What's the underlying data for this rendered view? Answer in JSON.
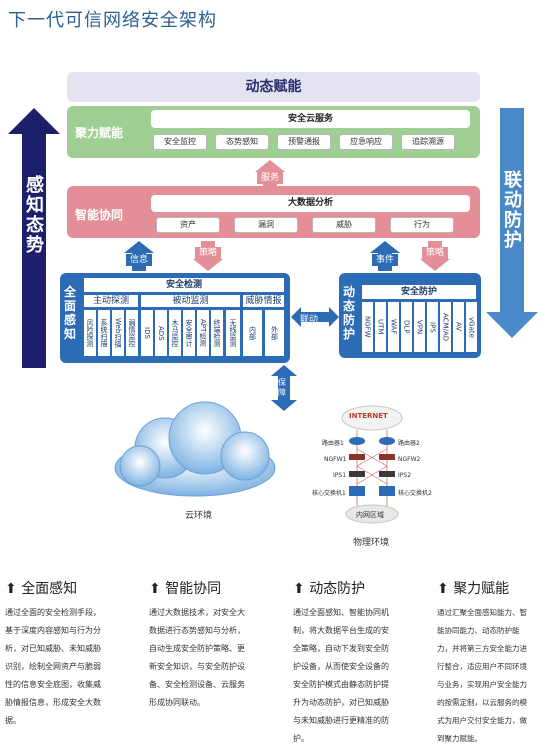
{
  "title": "下一代可信网络安全架构",
  "top_band": "动态赋能",
  "left_arrow": "感知态势",
  "right_arrow": "联动防护",
  "layer1": {
    "label": "聚力赋能",
    "header": "安全云服务",
    "items": [
      "安全监控",
      "态势感知",
      "预警通报",
      "应急响应",
      "追踪溯源"
    ]
  },
  "arrow_service": "服务",
  "layer2": {
    "label": "智能协同",
    "header": "大数据分析",
    "items": [
      "资产",
      "漏洞",
      "威胁",
      "行为"
    ]
  },
  "arrows_mid": {
    "info": "信息",
    "policy_left": "策略",
    "event": "事件",
    "policy_right": "策略"
  },
  "perception": {
    "label": "全面感知",
    "header": "安全检测",
    "sub_active": "主动探测",
    "sub_passive": "被动监测",
    "sub_threat": "威胁情报",
    "cells": [
      "风险探测",
      "系统扫描",
      "Web扫描",
      "弱情监控",
      "IDS",
      "ADS",
      "木马监控",
      "安全审计",
      "APT检测",
      "终端检测",
      "无线监测",
      "内部",
      "外部"
    ]
  },
  "link_label": "联动",
  "defense": {
    "label": "动态防护",
    "header": "安全防护",
    "cells": [
      "NGFW",
      "UTM",
      "WAF",
      "DLP",
      "VPN",
      "IPS",
      "ACM/AD",
      "AV",
      "vGate"
    ]
  },
  "protect_label": "保障",
  "cloud_caption": "云环境",
  "physical": {
    "caption": "物理环境",
    "internet": "INTERNET",
    "intranet": "内网区域",
    "router1": "路由器1",
    "router2": "路由器2",
    "ngfw1": "NGFW1",
    "ngfw2": "NGFW2",
    "ips1": "IPS1",
    "ips2": "IPS2",
    "core1": "核心交换机1",
    "core2": "核心交换机2"
  },
  "sections": [
    {
      "title": "全面感知",
      "text": [
        "通过全面的安全检测手段，",
        "基于深度内容感知与行为分",
        "析，对已知威胁、未知威胁",
        "识别，绘制全网资产与脆弱",
        "性的信息安全底图，收集威",
        "胁情报信息，形成安全大数",
        "据。"
      ]
    },
    {
      "title": "智能协同",
      "text": [
        "通过大数据技术，对安全大",
        "数据进行态势感知与分析，",
        "自动生成安全防护策略、更",
        "新安全知识，与安全防护设",
        "备、安全检测设备、云服务",
        "形成协同联动。"
      ]
    },
    {
      "title": "动态防护",
      "text": [
        "通过全面感知、智能协同机",
        "制，将大数据平台生成的安",
        "全策略，自动下发到安全防",
        "护设备，从而使安全设备的",
        "安全防护模式由静态防护提",
        "升为动态防护，对已知威胁",
        "与未知威胁进行更精准的防",
        "护。"
      ]
    },
    {
      "title": "聚力赋能",
      "text": [
        "通过汇聚全面感知能力、智",
        "能协同能力、动态防护能",
        "力，并将第三方安全能力进",
        "行整合，适应用户不同环境",
        "与业务，实现用户安全能力",
        "的按需定制，以云服务的模",
        "式为用户交付安全能力，做",
        "到聚力赋能。"
      ]
    }
  ],
  "colors": {
    "blue": "#2c6bb5",
    "dark_navy": "#1d1f6b",
    "green": "#9fcf93",
    "red": "#e48e97",
    "title": "#2c5f93"
  }
}
